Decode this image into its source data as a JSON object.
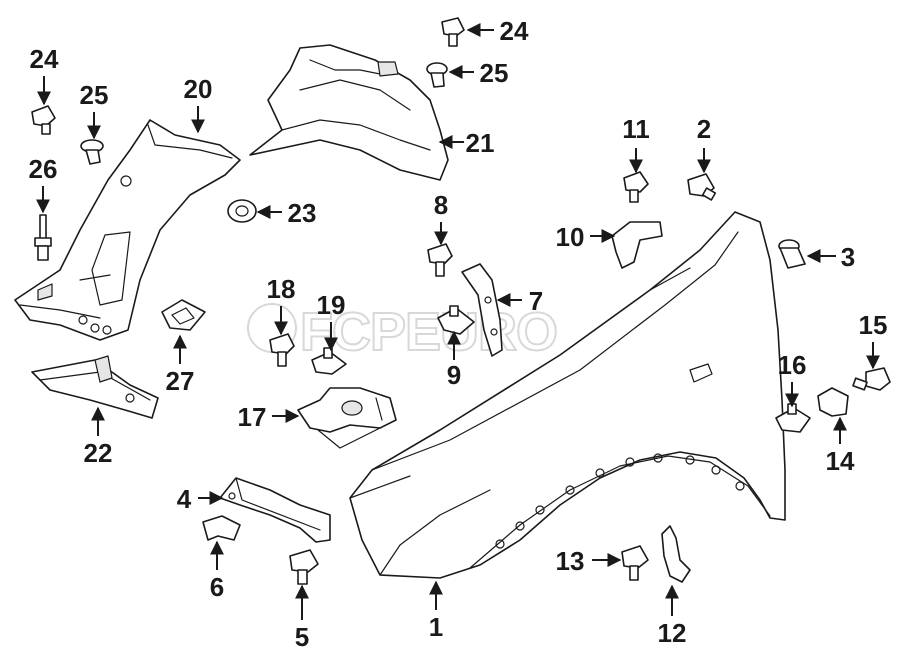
{
  "watermark": "FCPEURO",
  "callouts": [
    {
      "id": "c1",
      "label": "1"
    },
    {
      "id": "c2",
      "label": "2"
    },
    {
      "id": "c3",
      "label": "3"
    },
    {
      "id": "c4",
      "label": "4"
    },
    {
      "id": "c5",
      "label": "5"
    },
    {
      "id": "c6",
      "label": "6"
    },
    {
      "id": "c7",
      "label": "7"
    },
    {
      "id": "c8",
      "label": "8"
    },
    {
      "id": "c9",
      "label": "9"
    },
    {
      "id": "c10",
      "label": "10"
    },
    {
      "id": "c11",
      "label": "11"
    },
    {
      "id": "c12",
      "label": "12"
    },
    {
      "id": "c13",
      "label": "13"
    },
    {
      "id": "c14",
      "label": "14"
    },
    {
      "id": "c15",
      "label": "15"
    },
    {
      "id": "c16",
      "label": "16"
    },
    {
      "id": "c17",
      "label": "17"
    },
    {
      "id": "c18",
      "label": "18"
    },
    {
      "id": "c19",
      "label": "19"
    },
    {
      "id": "c20",
      "label": "20"
    },
    {
      "id": "c21",
      "label": "21"
    },
    {
      "id": "c22",
      "label": "22"
    },
    {
      "id": "c23",
      "label": "23"
    },
    {
      "id": "c24a",
      "label": "24"
    },
    {
      "id": "c24b",
      "label": "24"
    },
    {
      "id": "c25a",
      "label": "25"
    },
    {
      "id": "c25b",
      "label": "25"
    },
    {
      "id": "c26",
      "label": "26"
    },
    {
      "id": "c27",
      "label": "27"
    }
  ]
}
